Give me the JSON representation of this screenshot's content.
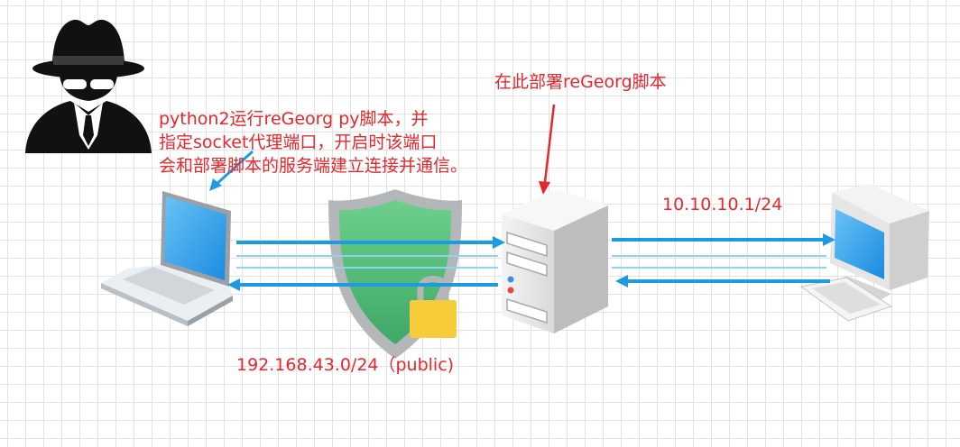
{
  "labels": {
    "client_note": [
      "python2运行reGeorg py脚本，并",
      "指定socket代理端口，开启时该端口",
      "会和部署脚本的服务端建立连接并通信。"
    ],
    "deploy_note": "在此部署reGeorg脚本",
    "inner_network": "10.10.10.1/24",
    "public_network": "192.168.43.0/24（public)"
  },
  "colors": {
    "annotation": "#e8262b",
    "arrow": "#1e9be0",
    "line": "#8fd3f2",
    "shield": "#5cbf7d",
    "lock": "#f7cc3a",
    "screen": "#1f97e6"
  },
  "icons": {
    "attacker": "spy-icon",
    "client": "laptop-icon",
    "firewall": "shield-lock-icon",
    "server": "server-tower-icon",
    "target": "desktop-computer-icon"
  }
}
